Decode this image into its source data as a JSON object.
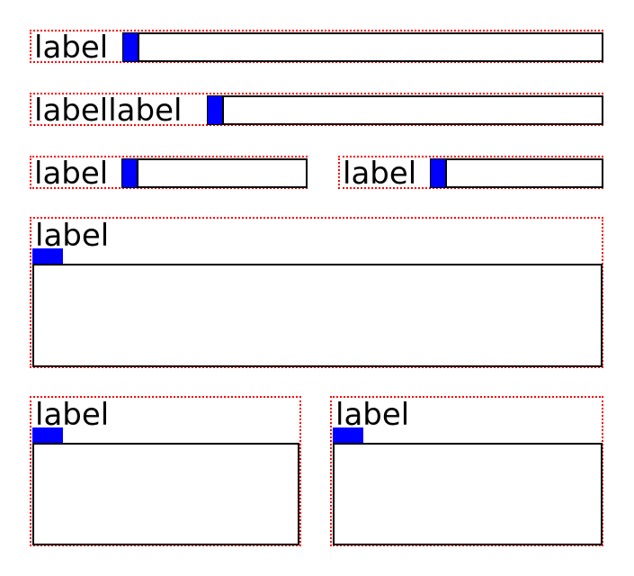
{
  "rows": {
    "row1": {
      "label": "label"
    },
    "row2": {
      "label": "labellabel"
    },
    "row3": {
      "left": {
        "label": "label"
      },
      "right": {
        "label": "label"
      }
    },
    "row4": {
      "label": "label"
    },
    "row5": {
      "left": {
        "label": "label"
      },
      "right": {
        "label": "label"
      }
    }
  },
  "colors": {
    "outline": "#ff0000",
    "marker": "#0000ff",
    "field_border": "#000000"
  }
}
